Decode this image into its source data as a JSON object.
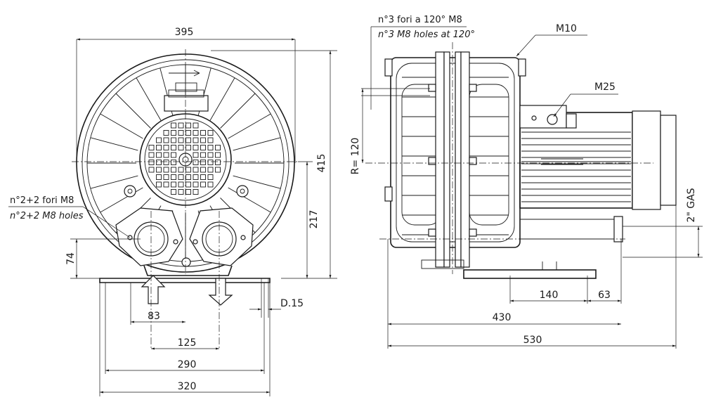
{
  "front_view": {
    "dim_width_top": "395",
    "dim_height_total": "415",
    "dim_height_inlet": "217",
    "dim_height_base": "74",
    "dim_port_offset": "83",
    "dim_port_spacing": "125",
    "dim_foot_holes": "290",
    "dim_foot_width": "320",
    "dim_foot_hole_dia": "D.15",
    "note_holes_it": "n°2+2 fori M8",
    "note_holes_en": "n°2+2 M8 holes"
  },
  "side_view": {
    "note_holes_it": "n°3 fori a 120° M8",
    "note_holes_en": "n°3 M8 holes at 120°",
    "label_radius": "R= 120",
    "label_m10": "M10",
    "label_m25": "M25",
    "label_gas": "2\" GAS",
    "dim_foot_hole_spacing": "140",
    "dim_foot_end": "63",
    "dim_length_body": "430",
    "dim_length_total": "530"
  },
  "icons": [
    "inlet-arrow-icon",
    "outlet-arrow-icon",
    "rotation-arrow-icon"
  ]
}
